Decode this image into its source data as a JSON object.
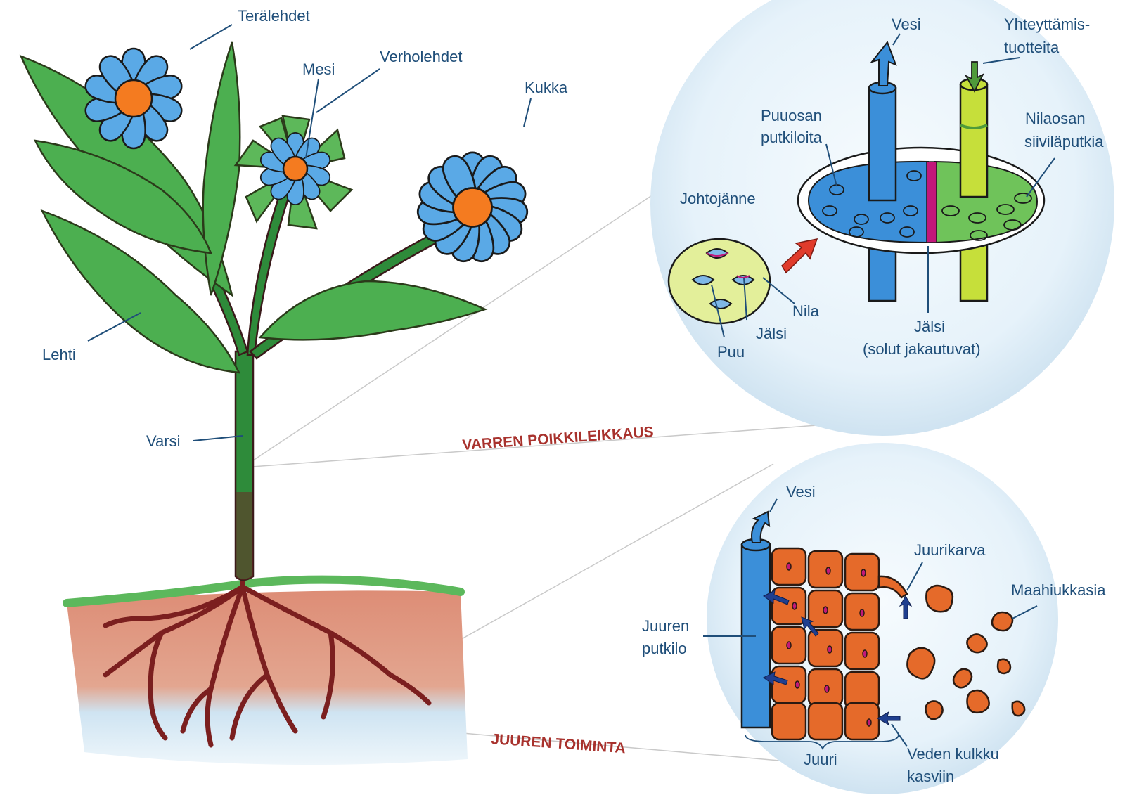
{
  "plant": {
    "labels": {
      "petals": "Terälehdet",
      "nectar": "Mesi",
      "sepals": "Verholehdet",
      "flower": "Kukka",
      "leaf": "Lehti",
      "stem": "Varsi"
    },
    "colors": {
      "petal": "#5aa9e6",
      "center": "#f47b20",
      "leaf": "#4caf50",
      "stem": "#2e7d32",
      "root": "#7b1f1f",
      "soil": "#d98a74",
      "water": "#cfe6f5"
    }
  },
  "stem_section": {
    "title": "VARREN POIKKILEIKKAUS",
    "labels": {
      "water": "Vesi",
      "photosynthesis_products_1": "Yhteyttämis-",
      "photosynthesis_products_2": "tuotteita",
      "xylem_vessels_1": "Puuosan",
      "xylem_vessels_2": "putkiloita",
      "phloem_tubes_1": "Nilaosan",
      "phloem_tubes_2": "siiviläputkia",
      "vascular_bundle": "Johtojänne",
      "phloem": "Nila",
      "cambium_small": "Jälsi",
      "xylem": "Puu",
      "cambium_1": "Jälsi",
      "cambium_2": "(solut jakautuvat)"
    },
    "colors": {
      "xylem": "#3b8fd9",
      "phloem": "#9dc63b",
      "cambium": "#c2187a",
      "bundle_bg": "#e3ef9a",
      "arrow": "#e03b2b"
    }
  },
  "root_section": {
    "title": "JUUREN TOIMINTA",
    "labels": {
      "water": "Vesi",
      "root_hair": "Juurikarva",
      "soil_particles": "Maahiukkasia",
      "root_vessel_1": "Juuren",
      "root_vessel_2": "putkilo",
      "root": "Juuri",
      "water_flow_1": "Veden kulkku",
      "water_flow_2": "kasviin"
    },
    "colors": {
      "cells": "#e56a2a",
      "vessel": "#3b8fd9",
      "particles": "#e56a2a",
      "arrow": "#1f3f8f"
    }
  }
}
